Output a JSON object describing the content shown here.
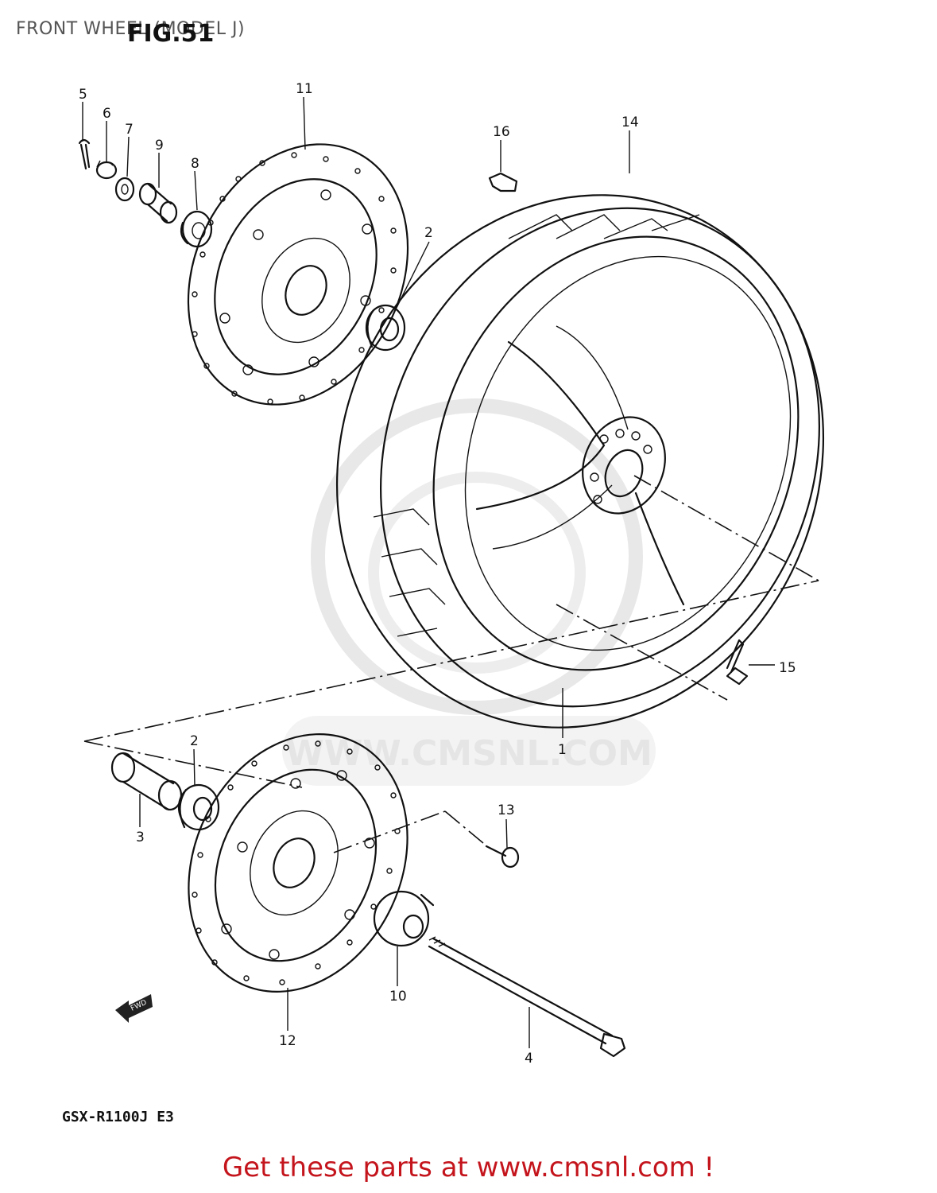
{
  "header": {
    "title": "FRONT WHEEL (MODEL J)",
    "figure": "FIG.51"
  },
  "model_code": "GSX-R1100J E3",
  "fwd_marker": "FWD",
  "watermark": "WWW.CMSNL.COM",
  "footer": {
    "cta": "Get these parts at www.cmsnl.com !"
  },
  "part_labels": {
    "p1": "1",
    "p2a": "2",
    "p2b": "2",
    "p3": "3",
    "p4": "4",
    "p5": "5",
    "p6": "6",
    "p7": "7",
    "p8": "8",
    "p9": "9",
    "p10": "10",
    "p11": "11",
    "p12": "12",
    "p13": "13",
    "p14": "14",
    "p15": "15",
    "p16": "16"
  }
}
